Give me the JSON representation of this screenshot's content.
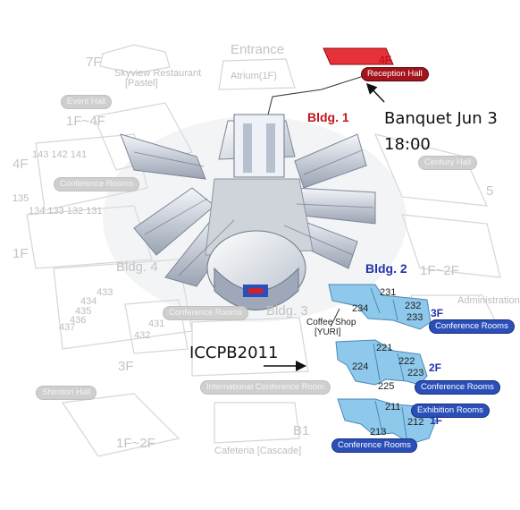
{
  "labels": {
    "entrance": "Entrance",
    "floor_7f": "7F",
    "skyview": "Skyview Restaurant",
    "pastel": "[Pastel]",
    "atrium": "Atrium(1F)",
    "event_hall": "Event Hall",
    "floor_1f_4f": "1F~4F",
    "floor_4f_left": "4F",
    "floor_1f_left": "1F",
    "conf_rooms_left": "Conference Rooms",
    "rooms_left_top": "143 142 141",
    "room_135": "135",
    "rooms_left_bottom": "134 133 132 131",
    "century_hall": "Century Hall",
    "floor_5_right": "5",
    "floor_1f_2f_right": "1F~2F",
    "administration": "Administration",
    "bldg_1": "Bldg. 1",
    "bldg_2": "Bldg. 2",
    "bldg_3": "Bldg. 3",
    "bldg_4": "Bldg. 4",
    "reception_floor": "4F",
    "reception_hall": "Reception Hall",
    "banquet_line1": "Banquet Jun 3",
    "banquet_line2": "18:00",
    "iccpb": "ICCPB2011",
    "rooms_433": "433",
    "rooms_434": "434",
    "rooms_435": "435",
    "rooms_436": "436",
    "rooms_437": "437",
    "rooms_431": "431",
    "rooms_432": "432",
    "conf_rooms_bldg4": "Conference Rooms",
    "floor_3f_left": "3F",
    "shirotori": "Shirotori Hall",
    "floor_1f_2f_left": "1F~2F",
    "intl_conf_room": "International Conference Room",
    "floor_b1": "B1",
    "cafeteria": "Cafeteria [Cascade]",
    "coffee_shop": "Coffee Shop",
    "yuri": "[YURI]",
    "room_231": "231",
    "room_232": "232",
    "room_233": "233",
    "room_234": "234",
    "floor_3f_blue": "3F",
    "conf_rooms_3f": "Conference Rooms",
    "room_221": "221",
    "room_222": "222",
    "room_223": "223",
    "room_224": "224",
    "room_225": "225",
    "floor_2f_blue": "2F",
    "conf_rooms_2f": "Conference Rooms",
    "room_211": "211",
    "room_212": "212",
    "room_213": "213",
    "floor_1f_blue": "1F",
    "exhibition_rooms": "Exhibition Rooms",
    "conf_rooms_1f": "Conference Rooms"
  },
  "colors": {
    "bldg2_floor": "#8ec8ea",
    "reception": "#e8323a",
    "annotation": "#111111",
    "faint": "#bdbdbd"
  }
}
